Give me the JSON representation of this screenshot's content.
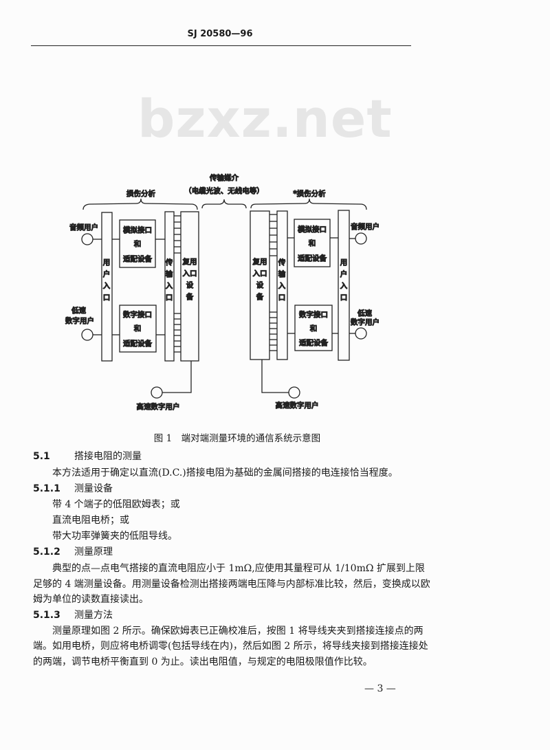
{
  "header": {
    "standard_no": "SJ 20580—96"
  },
  "watermark": "bzxz.net",
  "figure": {
    "medium_title": "传输媒介",
    "medium_sub": "（电缆光波、无线电等）",
    "left_brace_label": "损伤分析",
    "right_brace_label": "*损伤分析",
    "audio_user": "音频用户",
    "low_speed_user_1": "低速",
    "low_speed_user_2": "数字用户",
    "user_port": [
      "用",
      "户",
      "入",
      "口"
    ],
    "analog_box": [
      "模拟接口",
      "和",
      "适配设备"
    ],
    "digital_box": [
      "数字接口",
      "和",
      "适配设备"
    ],
    "transfer_port": [
      "传",
      "输",
      "入",
      "口"
    ],
    "mux_left": [
      "复用",
      "入口",
      "设",
      "备"
    ],
    "mux_right": [
      "复用",
      "入口",
      "设",
      "备"
    ],
    "high_speed_left": "高速数字用户",
    "high_speed_right": "高速数字用户",
    "caption": "图 1　端对端测量环境的通信系统示意图"
  },
  "body": {
    "s51_num": "5.1",
    "s51_title": "搭接电阻的测量",
    "s51_text": "本方法适用于确定以直流(D.C.)搭接电阻为基础的金属间搭接的电连接恰当程度。",
    "s511_num": "5.1.1",
    "s511_title": "测量设备",
    "s511_items": [
      "带 4 个端子的低阻欧姆表；或",
      "直流电阻电桥；或",
      "带大功率弹簧夹的低阻导线。"
    ],
    "s512_num": "5.1.2",
    "s512_title": "测量原理",
    "s512_lines": [
      "典型的点—点电气搭接的直流电阻应小于 1mΩ,应使用其量程可从 1/10mΩ 扩展到上限",
      "足够的 4 端测量设备。用测量设备检测出搭接两端电压降与内部标准比较，然后，变换成以欧",
      "姆为单位的读数直接读出。"
    ],
    "s513_num": "5.1.3",
    "s513_title": "测量方法",
    "s513_lines": [
      "测量原理如图 2 所示。确保欧姆表已正确校准后，按图 1 将导线夹夹到搭接连接点的两",
      "端。如用电桥，则应将电桥调零(包括导线在内)，然后如图 2 所示，将导线夹接到搭接连接处",
      "的两端，调节电桥平衡直到 0 为止。读出电阻值，与规定的电阻极限值作比较。"
    ]
  },
  "footer": {
    "page_number": "— 3 —"
  }
}
